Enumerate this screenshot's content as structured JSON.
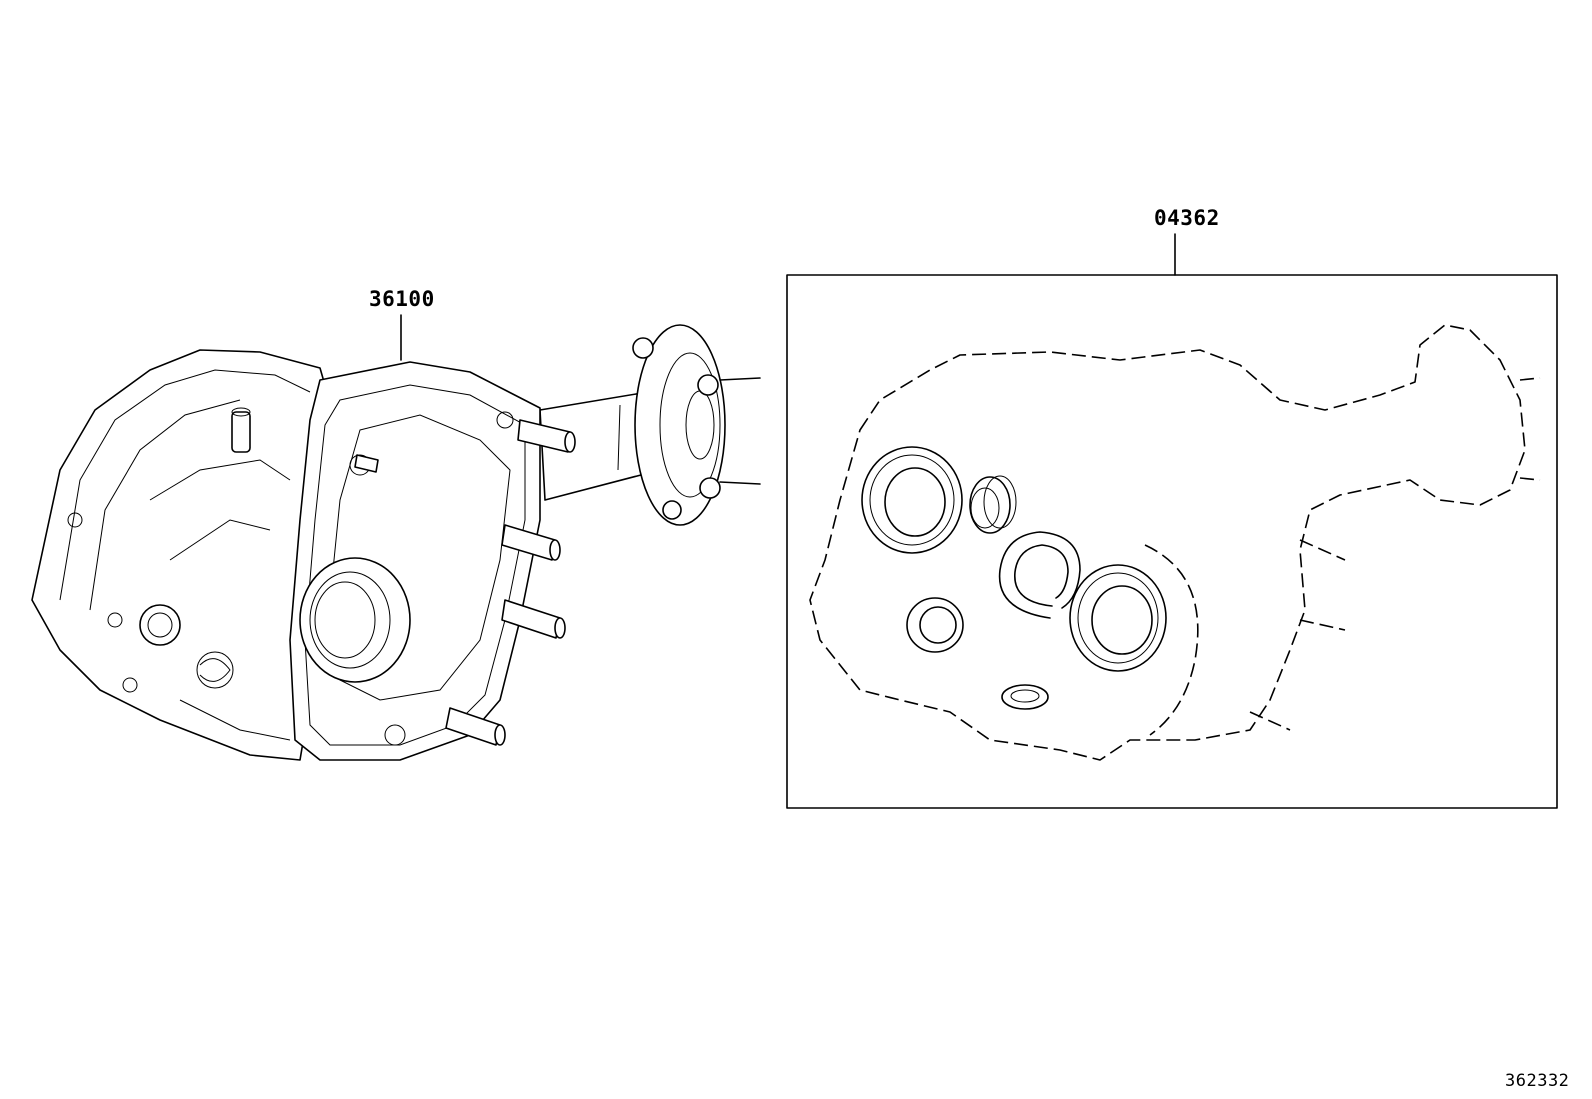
{
  "callouts": {
    "differential_assembly": "36100",
    "gasket_kit": "04362"
  },
  "illustration_id": "362332",
  "colors": {
    "line": "#000000",
    "background": "#ffffff"
  }
}
